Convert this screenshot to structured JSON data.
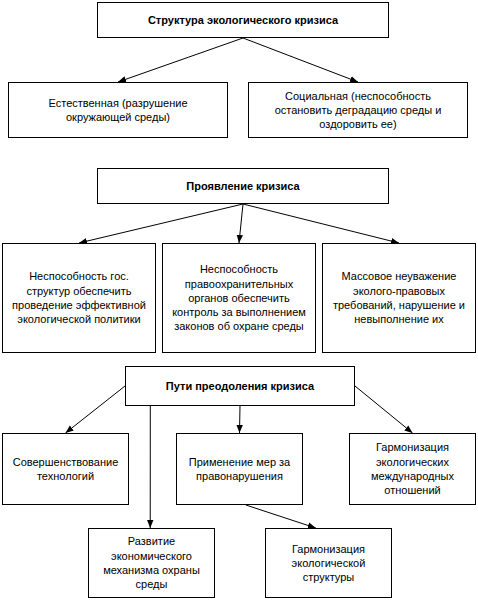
{
  "diagram": {
    "nodes": [
      {
        "text": [
          "Структура экологического кризиса"
        ]
      },
      {
        "text": [
          "Естественная (разрушение окружающей среды)"
        ]
      },
      {
        "text": [
          "Социальная (неспособность остановить деградацию среды и оздоровить ее)"
        ]
      },
      {
        "text": [
          "Проявление кризиса"
        ]
      },
      {
        "text": [
          "Неспособность гос. структур обеспечить проведение эффективной экологической политики"
        ]
      },
      {
        "text": [
          "Неспособность правоохранительных органов обеспечить контроль за выполнением законов об охране среды"
        ]
      },
      {
        "text": [
          "Массовое неуважение эколого-правовых требований, нарушение и невыполнение их"
        ]
      },
      {
        "text": [
          "Пути преодоления кризиса"
        ]
      },
      {
        "text": [
          "Совершенствование технологий"
        ]
      },
      {
        "text": [
          "Применение мер за правонарушения"
        ]
      },
      {
        "text": [
          "Гармонизация экологических международных отношений"
        ]
      },
      {
        "text": [
          "Развитие экономического механизма охраны среды"
        ]
      },
      {
        "text": [
          "Гармонизация экологической структуры"
        ]
      }
    ],
    "edges": [
      {
        "from": 0,
        "to": 1,
        "arrow": "to"
      },
      {
        "from": 0,
        "to": 2,
        "arrow": "to"
      },
      {
        "from": 3,
        "to": 4,
        "arrow": "to"
      },
      {
        "from": 3,
        "to": 5,
        "arrow": "to"
      },
      {
        "from": 3,
        "to": 6,
        "arrow": "to"
      },
      {
        "from": 7,
        "to": 8,
        "arrow": "to"
      },
      {
        "from": 7,
        "to": 9,
        "arrow": "to"
      },
      {
        "from": 7,
        "to": 10,
        "arrow": "to"
      },
      {
        "from": 7,
        "to": 11,
        "arrow": "to"
      },
      {
        "from": 9,
        "to": 12,
        "arrow": "to"
      }
    ]
  }
}
